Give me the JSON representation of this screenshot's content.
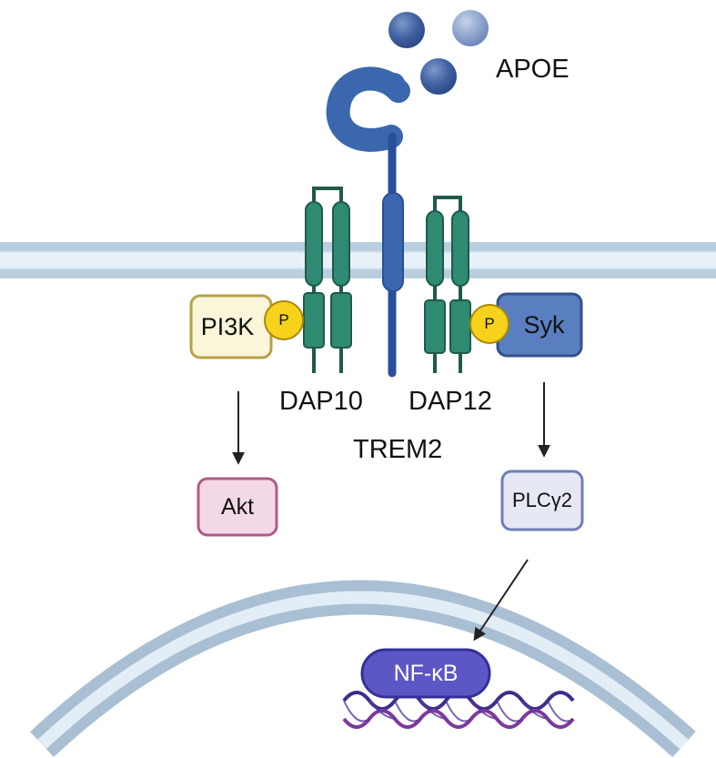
{
  "labels": {
    "apoe": "APOE",
    "dap10": "DAP10",
    "dap12": "DAP12",
    "trem2": "TREM2"
  },
  "proteins": {
    "pi3k": "PI3K",
    "syk": "Syk",
    "akt": "Akt",
    "plcg2": "PLCγ2",
    "nfkb": "NF-κB"
  },
  "phospho": {
    "left": "P",
    "right": "P"
  },
  "colors": {
    "membrane": "#c8dced",
    "membrane_edge": "#b9cfe0",
    "trem2": "#3a67ae",
    "trem2_dark": "#22448a",
    "dap": "#2f8a72",
    "dap_dark": "#1f5a4b",
    "apoe_1": "#3d5d9c",
    "apoe_2": "#8aa0c8",
    "phospho": "#f6d21c",
    "pi3k_fill": "#fbf6d9",
    "pi3k_border": "#b7a248",
    "syk_fill": "#5a7fc0",
    "syk_border": "#33528c",
    "akt_fill": "#f3d9e5",
    "akt_border": "#b05a86",
    "plcg2_fill": "#e6e8f3",
    "plcg2_border": "#6e7fb4",
    "nfkb_fill": "#5c57c4",
    "nfkb_border": "#34309a",
    "nucleus": "#a9c0d6",
    "dna_1": "#3c2e8e",
    "dna_2": "#7d3a9a",
    "arrow": "#222222"
  }
}
